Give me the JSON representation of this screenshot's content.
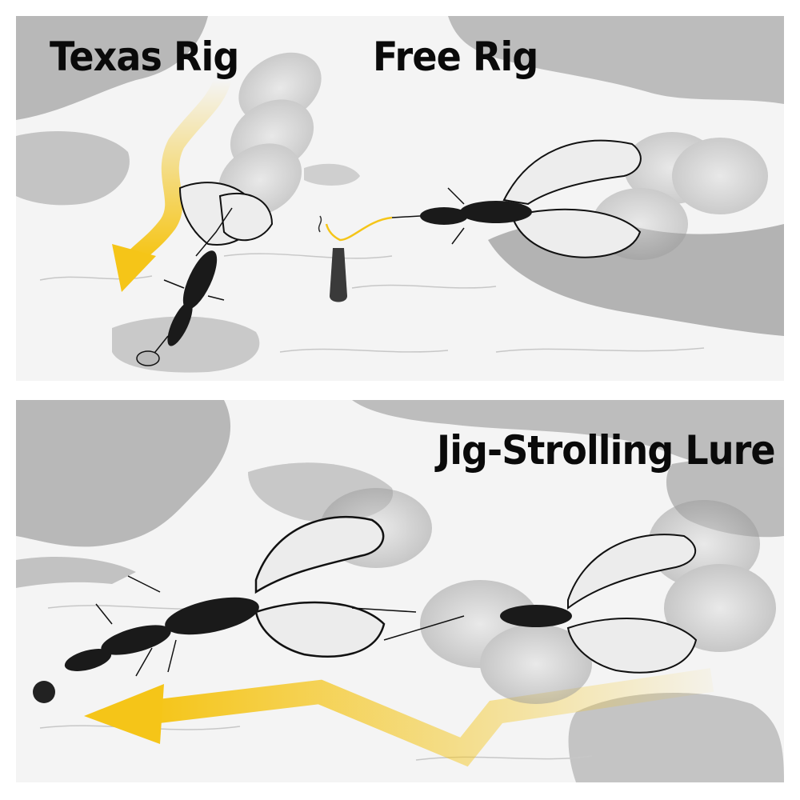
{
  "panels": {
    "top": {
      "texas_rig_label": "Texas Rig",
      "free_rig_label": "Free Rig"
    },
    "bottom": {
      "jig_strolling_label": "Jig-Strolling Lure"
    }
  },
  "colors": {
    "arrow_yellow": "#f5c518",
    "rock_gray": "#b9b9b9",
    "sand": "#f4f4f4",
    "ink": "#111111"
  },
  "icons": [
    "crayfish-lure-illustration",
    "sinker-weight",
    "motion-arrow"
  ]
}
